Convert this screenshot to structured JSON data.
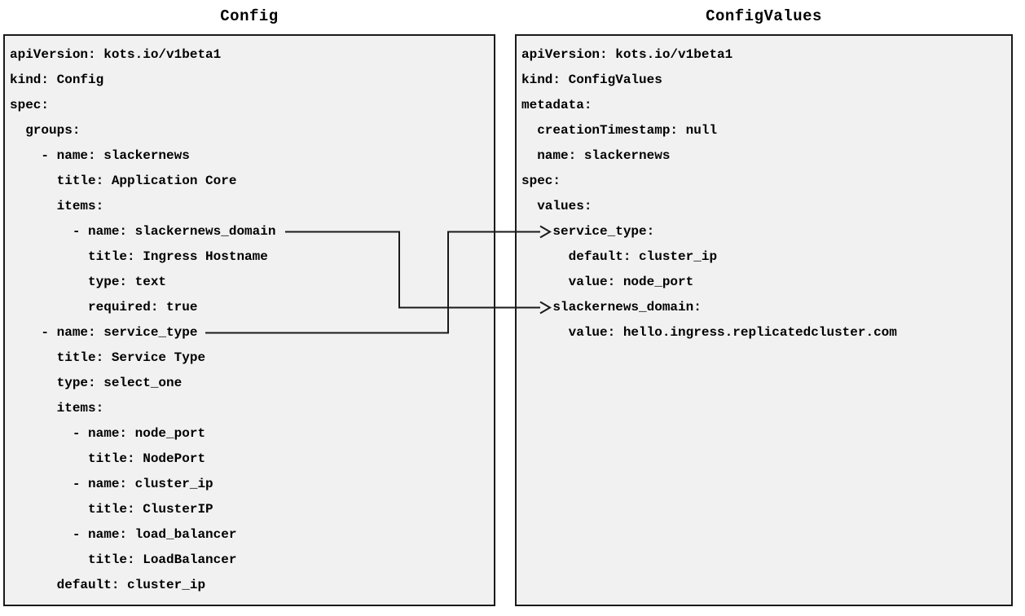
{
  "colors": {
    "background": "#ffffff",
    "panel_fill": "#f1f1f1",
    "panel_border": "#1a1a1a",
    "text": "#000000",
    "connector": "#1a1a1a"
  },
  "config_panel": {
    "title": "Config",
    "lines": [
      "apiVersion: kots.io/v1beta1",
      "kind: Config",
      "spec:",
      "  groups:",
      "    - name: slackernews",
      "      title: Application Core",
      "      items:",
      "        - name: slackernews_domain",
      "          title: Ingress Hostname",
      "          type: text",
      "          required: true",
      "    - name: service_type",
      "      title: Service Type",
      "      type: select_one",
      "      items:",
      "        - name: node_port",
      "          title: NodePort",
      "        - name: cluster_ip",
      "          title: ClusterIP",
      "        - name: load_balancer",
      "          title: LoadBalancer",
      "      default: cluster_ip"
    ]
  },
  "configvalues_panel": {
    "title": "ConfigValues",
    "lines": [
      "apiVersion: kots.io/v1beta1",
      "kind: ConfigValues",
      "metadata:",
      "  creationTimestamp: null",
      "  name: slackernews",
      "spec:",
      "  values:",
      "    service_type:",
      "      default: cluster_ip",
      "      value: node_port",
      "    slackernews_domain:",
      "      value: hello.ingress.replicatedcluster.com"
    ]
  },
  "connections": [
    {
      "source": "Config item name: slackernews_domain",
      "target": "ConfigValues spec.values.slackernews_domain"
    },
    {
      "source": "Config item name: service_type",
      "target": "ConfigValues spec.values.service_type"
    }
  ]
}
